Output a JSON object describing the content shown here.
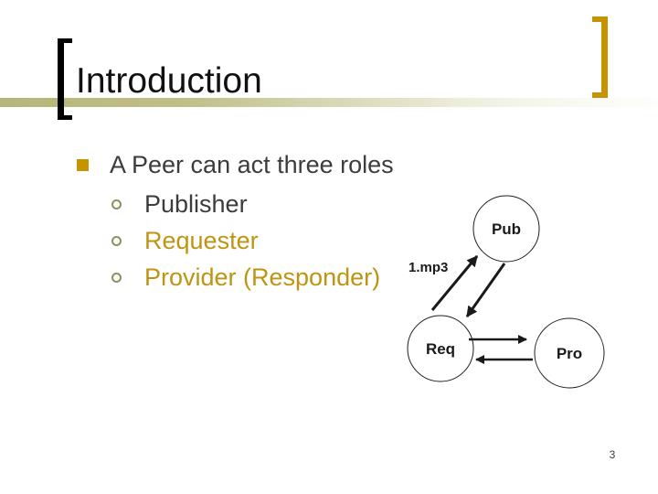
{
  "slide": {
    "title": "Introduction",
    "page_number": "3",
    "content": {
      "heading": "A Peer can act three roles",
      "items": [
        {
          "label": "Publisher",
          "color": "#3c3c3c"
        },
        {
          "label": "Requester",
          "color": "#bf9412"
        },
        {
          "label": "Provider (Responder)",
          "color": "#bf9412"
        }
      ]
    },
    "diagram": {
      "nodes": [
        {
          "label": "Pub"
        },
        {
          "label": "Req"
        },
        {
          "label": "Pro"
        }
      ],
      "edge_label": "1.mp3"
    },
    "theme": {
      "accent_gold": "#c69400",
      "gold_text": "#bf9412",
      "band_olive": "#b5b679",
      "sub_bullet_olive": "#90905c",
      "bracket_black": "#000000",
      "text_dark": "#3c3c3c"
    }
  }
}
